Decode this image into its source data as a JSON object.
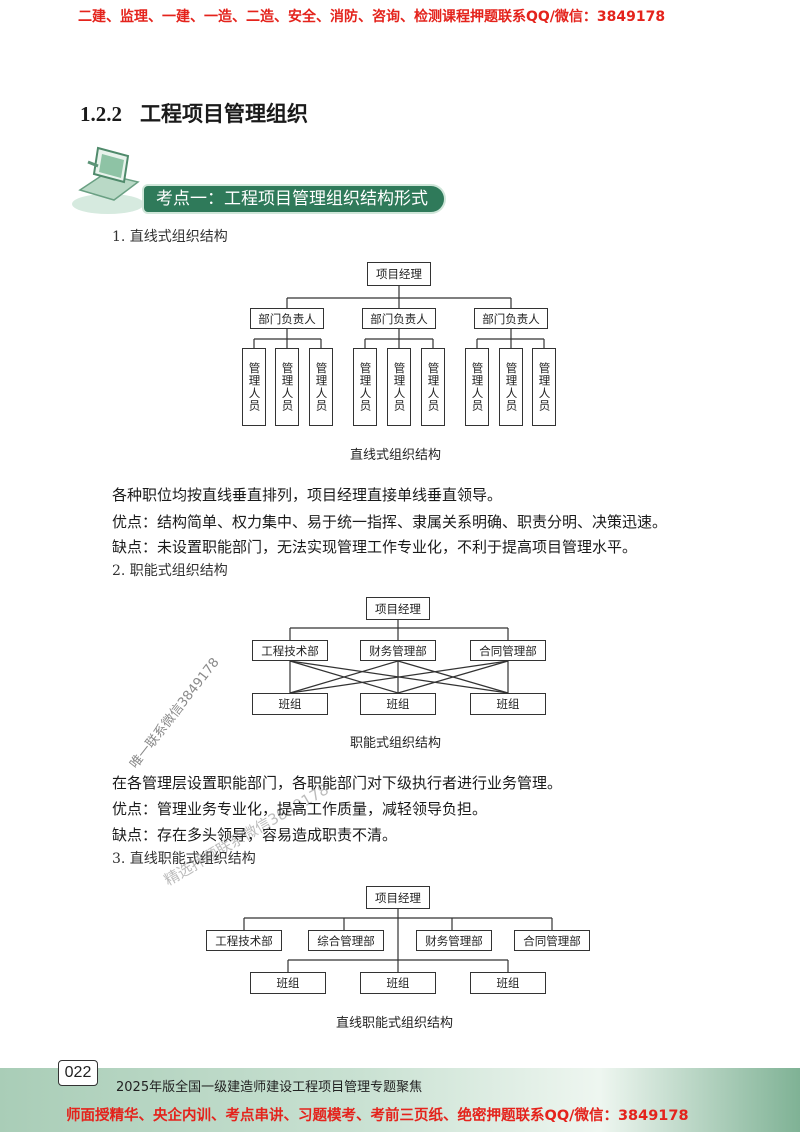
{
  "top_banner": "二建、监理、一建、一造、二造、安全、消防、咨询、检测课程押题联系QQ/微信：3849178",
  "section": {
    "number": "1.2.2",
    "title": "工程项目管理组织"
  },
  "kaodian": "考点一：工程项目管理组织结构形式",
  "linear": {
    "heading": "1. 直线式组织结构",
    "top": "项目经理",
    "departments": [
      "部门负责人",
      "部门负责人",
      "部门负责人"
    ],
    "staff": [
      "管理人员",
      "管理人员",
      "管理人员",
      "管理人员",
      "管理人员",
      "管理人员",
      "管理人员",
      "管理人员",
      "管理人员"
    ],
    "caption": "直线式组织结构",
    "desc": "各种职位均按直线垂直排列，项目经理直接单线垂直领导。",
    "pros": "优点：结构简单、权力集中、易于统一指挥、隶属关系明确、职责分明、决策迅速。",
    "cons": "缺点：未设置职能部门，无法实现管理工作专业化，不利于提高项目管理水平。"
  },
  "functional": {
    "heading": "2. 职能式组织结构",
    "top": "项目经理",
    "departments": [
      "工程技术部",
      "财务管理部",
      "合同管理部"
    ],
    "teams": [
      "班组",
      "班组",
      "班组"
    ],
    "caption": "职能式组织结构",
    "desc": "在各管理层设置职能部门，各职能部门对下级执行者进行业务管理。",
    "pros": "优点：管理业务专业化，提高工作质量，减轻领导负担。",
    "cons": "缺点：存在多头领导，容易造成职责不清。"
  },
  "linear_functional": {
    "heading": "3. 直线职能式组织结构",
    "top": "项目经理",
    "departments": [
      "工程技术部",
      "综合管理部",
      "财务管理部",
      "合同管理部"
    ],
    "teams": [
      "班组",
      "班组",
      "班组"
    ],
    "caption": "直线职能式组织结构"
  },
  "watermarks": [
    "唯一联系微信3849178",
    "精选押题联系微信3849178"
  ],
  "footer": {
    "page_number": "022",
    "book_title": "2025年版全国一级建造师建设工程项目管理专题聚焦",
    "banner": "师面授精华、央企内训、考点串讲、习题模考、考前三页纸、绝密押题联系QQ/微信：3849178"
  }
}
